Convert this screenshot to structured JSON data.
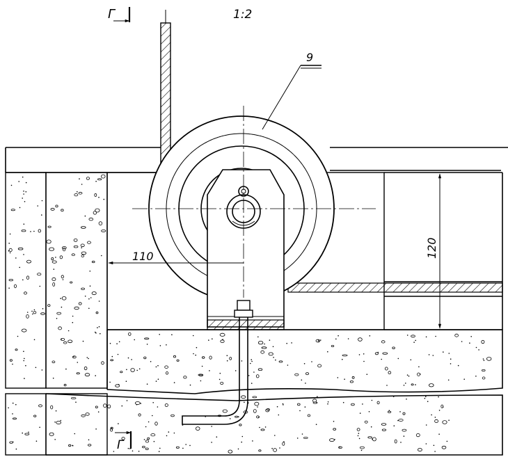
{
  "drawing": {
    "scale": "1:2",
    "section_marker_top": "Г",
    "section_marker_bottom": "Г",
    "part_callout": "9",
    "dim_horizontal": "110",
    "dim_vertical": "120"
  }
}
